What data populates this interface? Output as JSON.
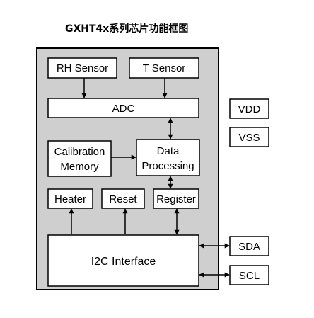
{
  "title": "GXHT4x系列芯片功能框图",
  "blocks": {
    "rh_sensor": "RH Sensor",
    "t_sensor": "T Sensor",
    "adc": "ADC",
    "calibration_line1": "Calibration",
    "calibration_line2": "Memory",
    "processing_line1": "Data",
    "processing_line2": "Processing",
    "heater": "Heater",
    "reset": "Reset",
    "register": "Register",
    "i2c": "I2C Interface"
  },
  "pins": {
    "vdd": "VDD",
    "vss": "VSS",
    "sda": "SDA",
    "scl": "SCL"
  }
}
